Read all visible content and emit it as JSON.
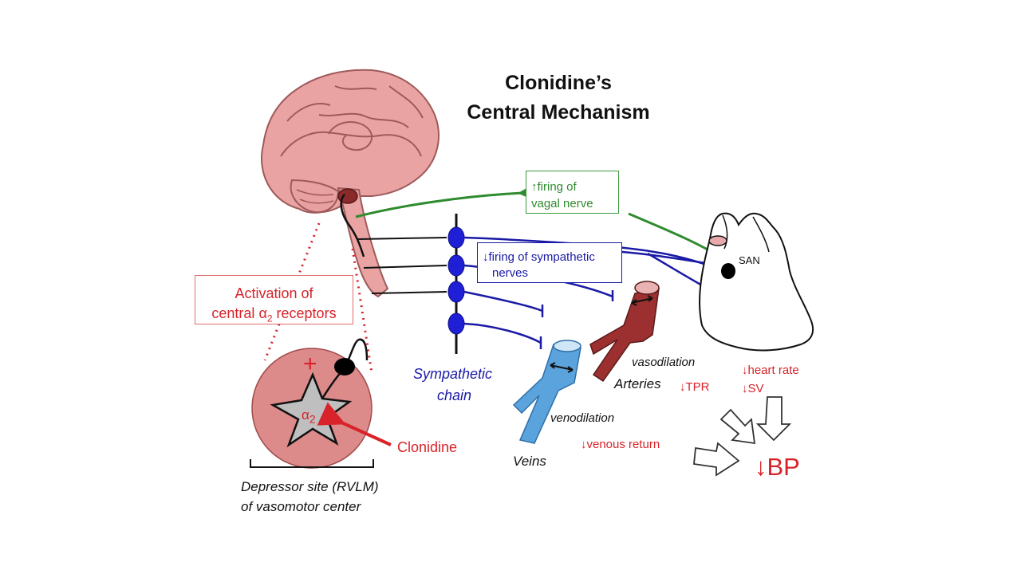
{
  "title": {
    "line1": "Clonidine’s",
    "line2": "Central Mechanism"
  },
  "labels": {
    "vagal_line1": "firing of",
    "vagal_line2": "vagal nerve",
    "vagal_arrow": "↑",
    "sympathetic_line1": "firing of sympathetic",
    "sympathetic_line2": "nerves",
    "sympathetic_arrow": "↓",
    "activation_line1": "Activation of",
    "activation_line2_a": "central ",
    "activation_alpha": "α",
    "activation_sub": "2",
    "activation_line2_b": " receptors",
    "plus_sign": "+",
    "alpha2_symbol": "α",
    "alpha2_sub": "2",
    "clonidine": "Clonidine",
    "depressor_line1": "Depressor site (RVLM)",
    "depressor_line2": "of vasomotor center",
    "sympathetic_chain_line1": "Sympathetic",
    "sympathetic_chain_line2": "chain",
    "san": "SAN",
    "vasodilation": "vasodilation",
    "arteries": "Arteries",
    "tpr": "↓TPR",
    "venodilation": "venodilation",
    "veins": "Veins",
    "venous_return": "↓venous return",
    "heart_rate": "↓heart rate",
    "sv": "↓SV",
    "bp": "↓BP"
  },
  "colors": {
    "red": "#d8232a",
    "green": "#2e8b2e",
    "blue": "#1a1aa6",
    "brain_pink": "#e9a0a0",
    "artery": "#9c2f2f",
    "vein": "#5aa3dc",
    "rvlm_fill": "#dc8a8a"
  }
}
